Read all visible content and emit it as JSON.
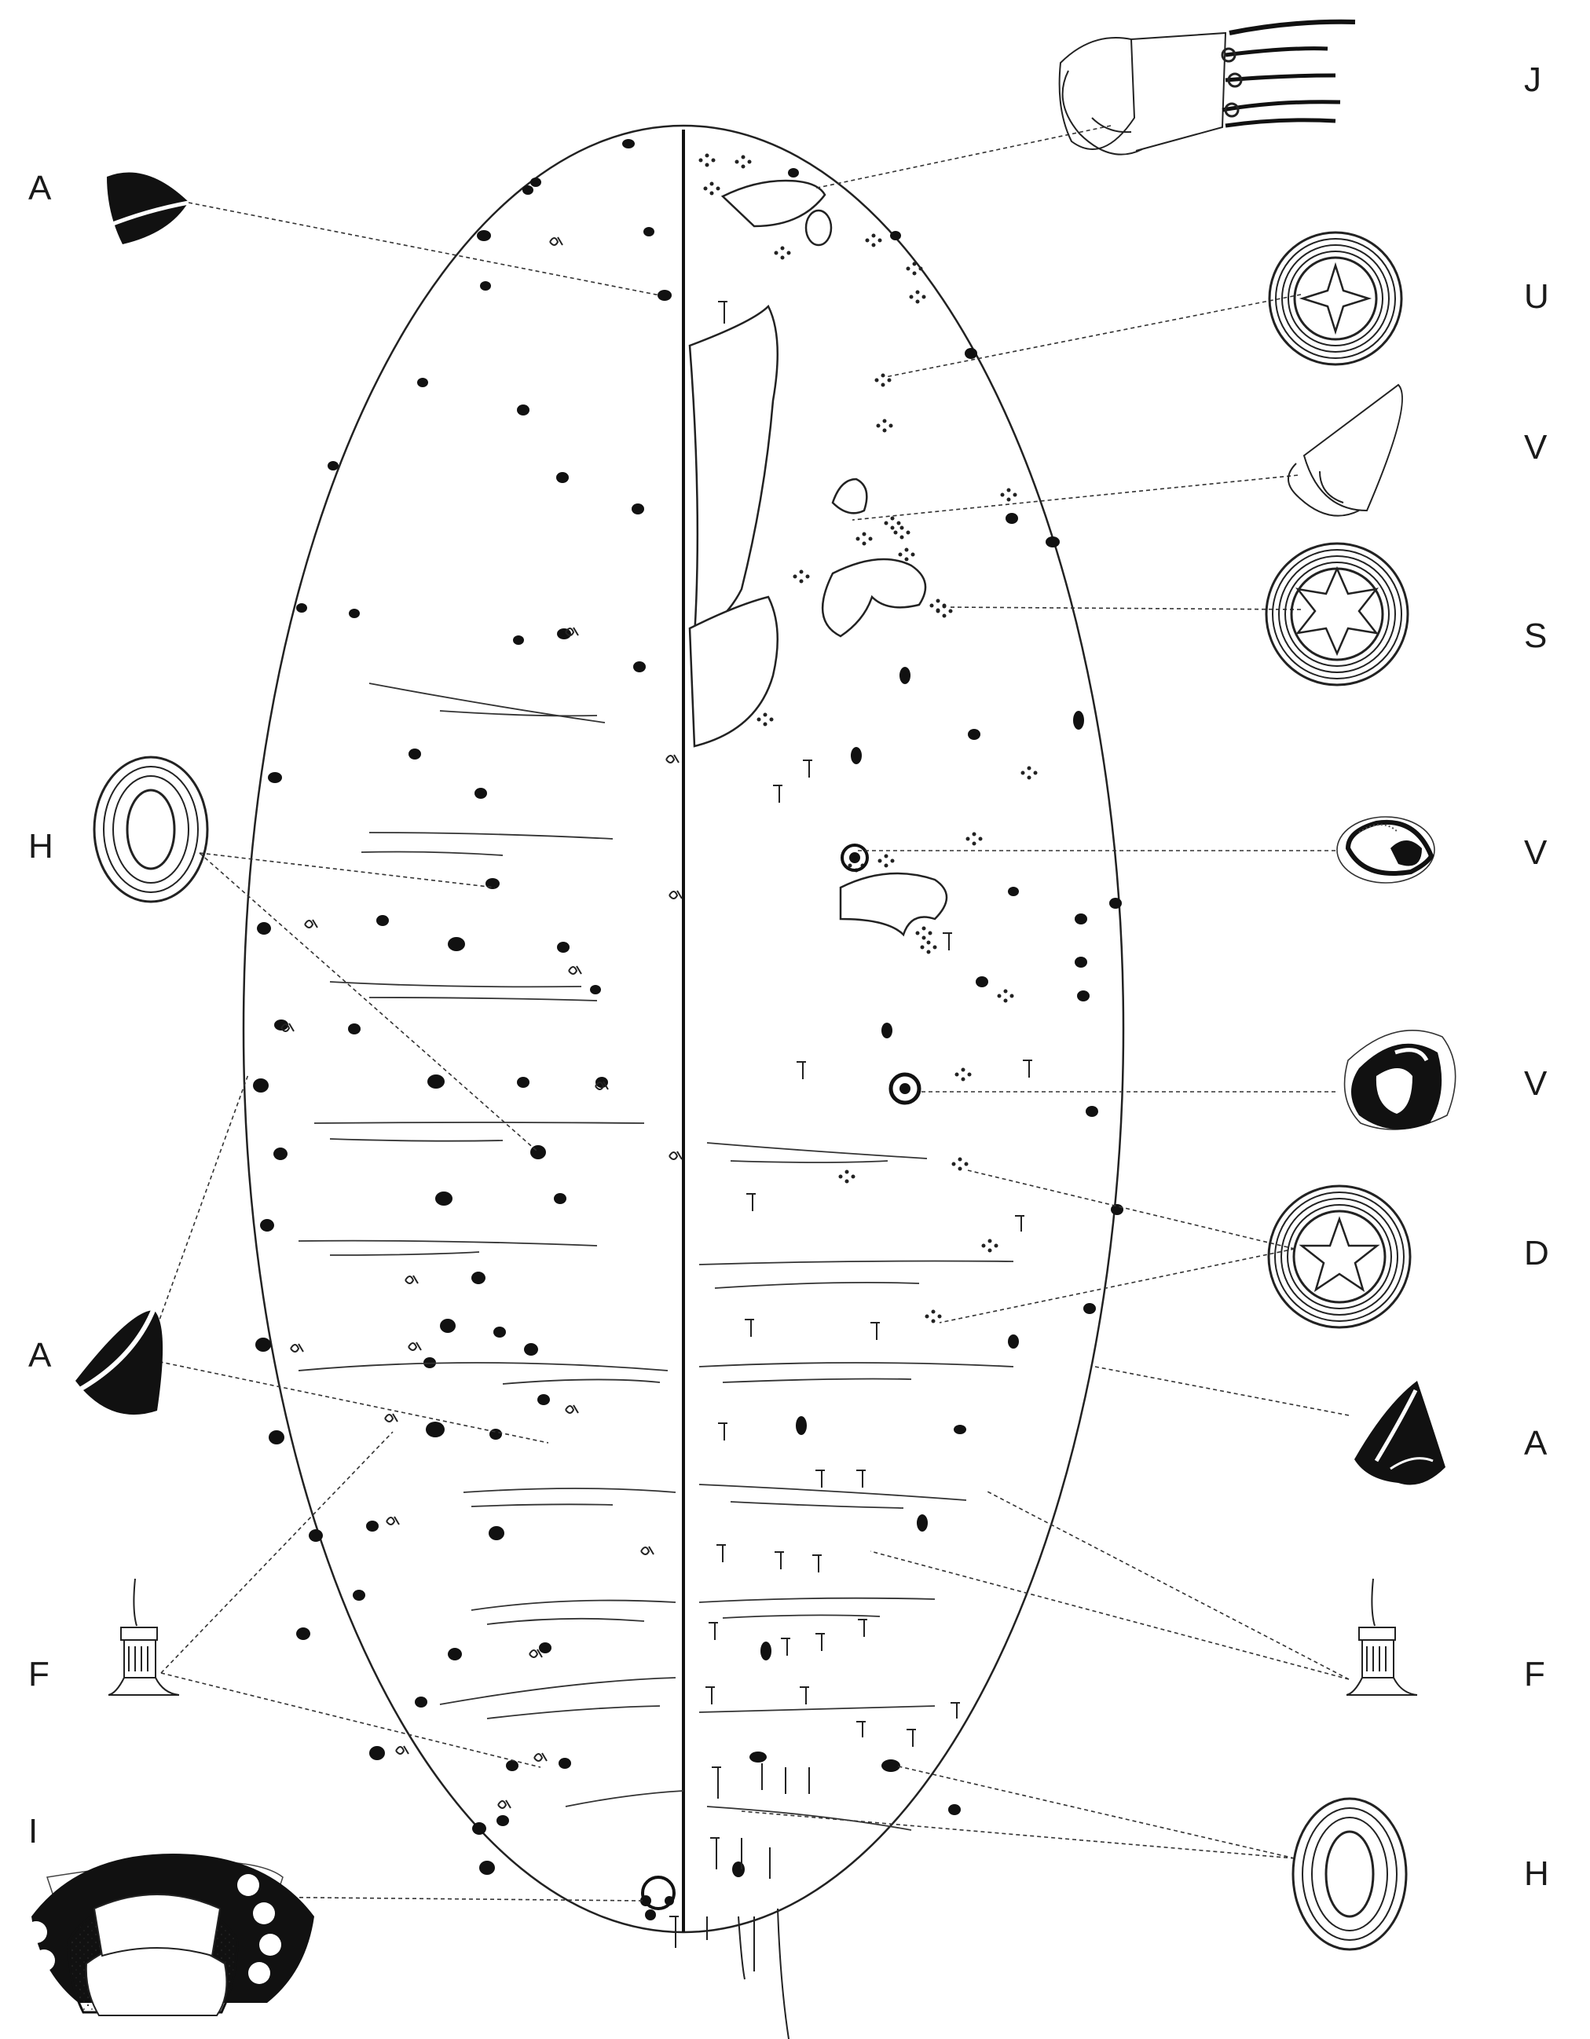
{
  "labels": {
    "left": [
      "A",
      "H",
      "A",
      "F",
      "I"
    ],
    "right": [
      "J",
      "U",
      "V",
      "S",
      "V",
      "V",
      "D",
      "A",
      "F",
      "H"
    ]
  },
  "icons": {
    "left": [
      "triangular-pore-icon",
      "oval-duct-icon",
      "triangular-pore-icon",
      "seta-collar-icon",
      "anal-ring-icon"
    ],
    "right": [
      "antenna-icon",
      "quadrilocular-pore-icon",
      "leg-segment-icon",
      "multilocular-pore-icon",
      "spiracle-icon",
      "spiracle-icon",
      "multilocular-pore-icon",
      "triangular-pore-icon",
      "seta-collar-icon",
      "oval-duct-icon"
    ]
  }
}
